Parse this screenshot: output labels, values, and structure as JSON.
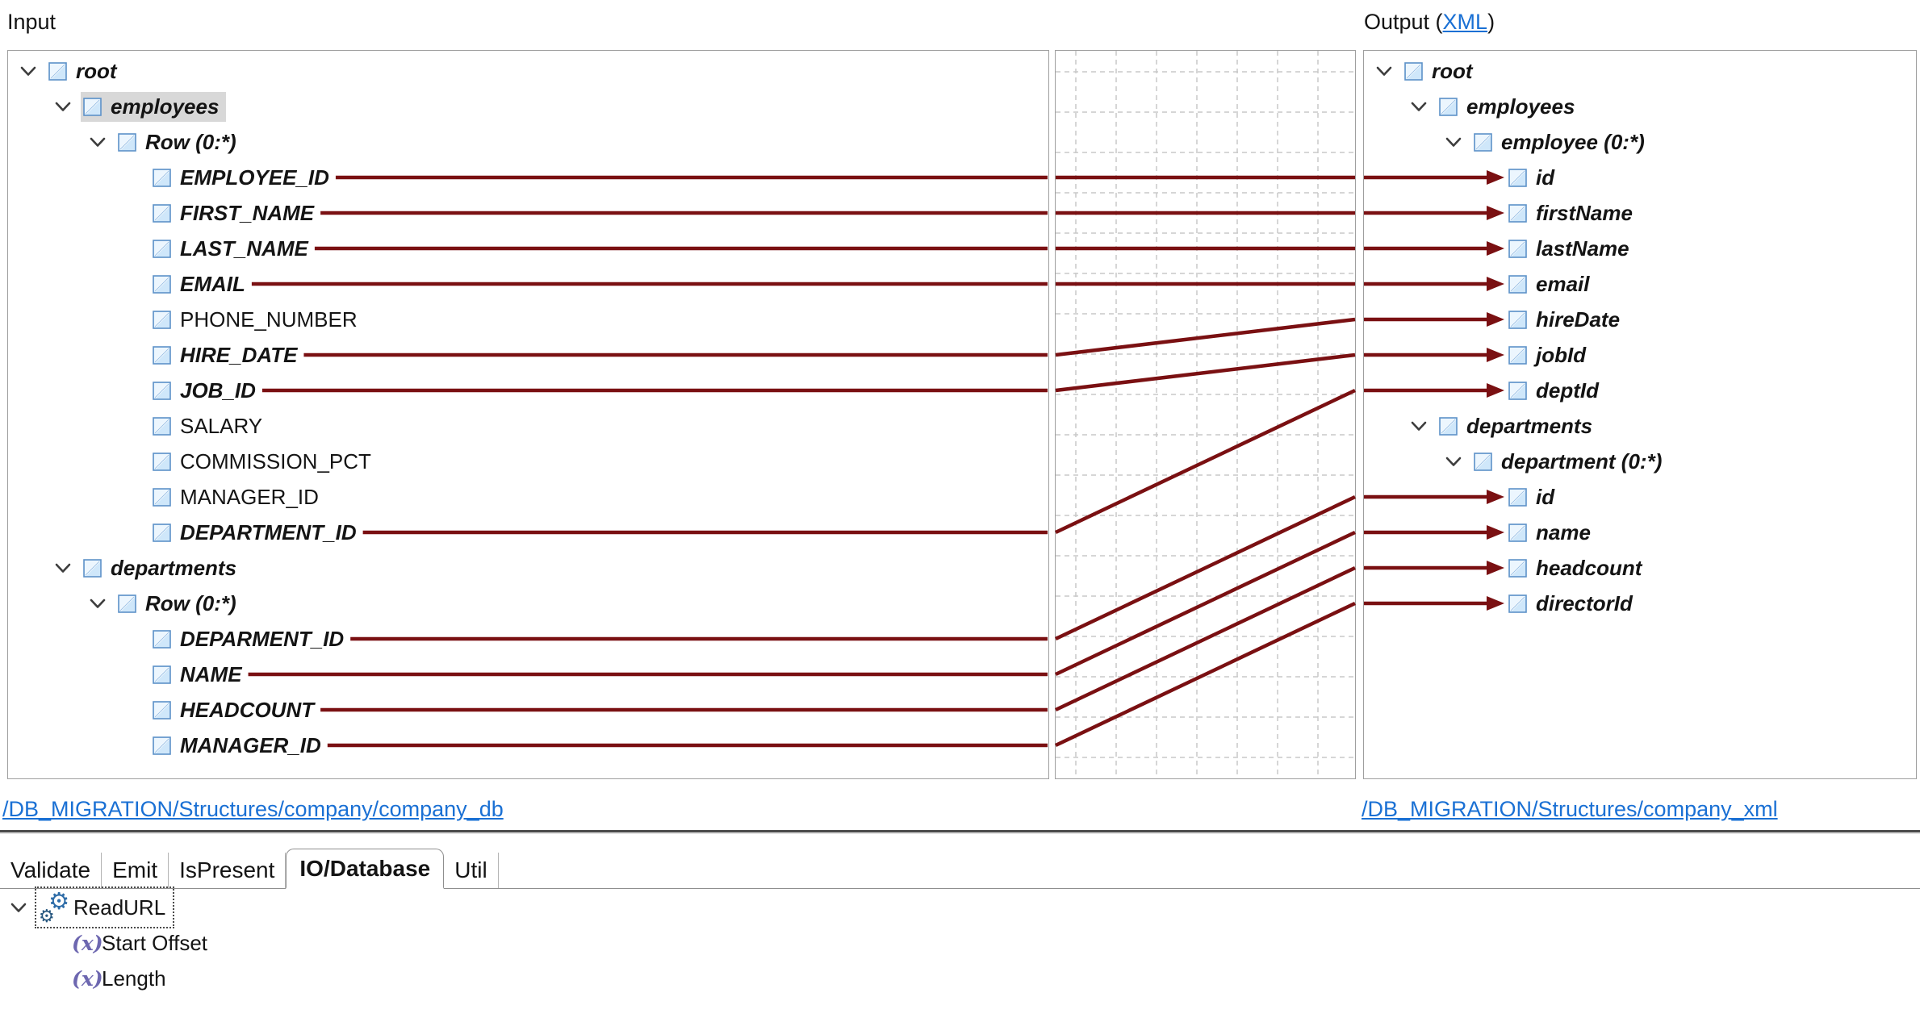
{
  "header": {
    "input_label": "Input",
    "output_prefix": "Output (",
    "output_link": "XML",
    "output_suffix": ")"
  },
  "links": {
    "input_path": "/DB_MIGRATION/Structures/company/company_db",
    "output_path": "/DB_MIGRATION/Structures/company_xml"
  },
  "colors": {
    "connector": "#7a1012",
    "link": "#1a70d4",
    "selection": "#d8d8d8",
    "grid": "#c9c9c9"
  },
  "input_tree": {
    "nodes": [
      {
        "id": "in-root",
        "label": "root",
        "level": 0,
        "chevron": true,
        "bold": true
      },
      {
        "id": "in-employees",
        "label": "employees",
        "level": 1,
        "chevron": true,
        "bold": true,
        "selected": true
      },
      {
        "id": "in-row-1",
        "label": "Row (0:*)",
        "level": 2,
        "chevron": true,
        "bold": true
      },
      {
        "id": "in-employee-id",
        "label": "EMPLOYEE_ID",
        "level": 3,
        "bold": true
      },
      {
        "id": "in-first-name",
        "label": "FIRST_NAME",
        "level": 3,
        "bold": true
      },
      {
        "id": "in-last-name",
        "label": "LAST_NAME",
        "level": 3,
        "bold": true
      },
      {
        "id": "in-email",
        "label": "EMAIL",
        "level": 3,
        "bold": true
      },
      {
        "id": "in-phone-number",
        "label": "PHONE_NUMBER",
        "level": 3,
        "bold": false
      },
      {
        "id": "in-hire-date",
        "label": "HIRE_DATE",
        "level": 3,
        "bold": true
      },
      {
        "id": "in-job-id",
        "label": "JOB_ID",
        "level": 3,
        "bold": true
      },
      {
        "id": "in-salary",
        "label": "SALARY",
        "level": 3,
        "bold": false
      },
      {
        "id": "in-commission-pct",
        "label": "COMMISSION_PCT",
        "level": 3,
        "bold": false
      },
      {
        "id": "in-manager-id",
        "label": "MANAGER_ID",
        "level": 3,
        "bold": false
      },
      {
        "id": "in-department-id",
        "label": "DEPARTMENT_ID",
        "level": 3,
        "bold": true
      },
      {
        "id": "in-departments",
        "label": "departments",
        "level": 1,
        "chevron": true,
        "bold": true
      },
      {
        "id": "in-row-2",
        "label": "Row (0:*)",
        "level": 2,
        "chevron": true,
        "bold": true
      },
      {
        "id": "in-deparment-id",
        "label": "DEPARMENT_ID",
        "level": 3,
        "bold": true
      },
      {
        "id": "in-name",
        "label": "NAME",
        "level": 3,
        "bold": true
      },
      {
        "id": "in-headcount",
        "label": "HEADCOUNT",
        "level": 3,
        "bold": true
      },
      {
        "id": "in-manager-id-2",
        "label": "MANAGER_ID",
        "level": 3,
        "bold": true
      }
    ]
  },
  "output_tree": {
    "nodes": [
      {
        "id": "out-root",
        "label": "root",
        "level": 0,
        "chevron": true,
        "bold": true
      },
      {
        "id": "out-employees",
        "label": "employees",
        "level": 1,
        "chevron": true,
        "bold": true
      },
      {
        "id": "out-employee",
        "label": "employee (0:*)",
        "level": 2,
        "chevron": true,
        "bold": true
      },
      {
        "id": "out-id",
        "label": "id",
        "level": 3,
        "bold": true
      },
      {
        "id": "out-firstname",
        "label": "firstName",
        "level": 3,
        "bold": true
      },
      {
        "id": "out-lastname",
        "label": "lastName",
        "level": 3,
        "bold": true
      },
      {
        "id": "out-email",
        "label": "email",
        "level": 3,
        "bold": true
      },
      {
        "id": "out-hiredate",
        "label": "hireDate",
        "level": 3,
        "bold": true
      },
      {
        "id": "out-jobid",
        "label": "jobId",
        "level": 3,
        "bold": true
      },
      {
        "id": "out-deptid",
        "label": "deptId",
        "level": 3,
        "bold": true
      },
      {
        "id": "out-departments",
        "label": "departments",
        "level": 1,
        "chevron": true,
        "bold": true
      },
      {
        "id": "out-department",
        "label": "department (0:*)",
        "level": 2,
        "chevron": true,
        "bold": true
      },
      {
        "id": "out-dept-id",
        "label": "id",
        "level": 3,
        "bold": true
      },
      {
        "id": "out-name",
        "label": "name",
        "level": 3,
        "bold": true
      },
      {
        "id": "out-headcount",
        "label": "headcount",
        "level": 3,
        "bold": true
      },
      {
        "id": "out-directorid",
        "label": "directorId",
        "level": 3,
        "bold": true
      }
    ]
  },
  "mappings": [
    {
      "from": "in-employee-id",
      "to": "out-id"
    },
    {
      "from": "in-first-name",
      "to": "out-firstname"
    },
    {
      "from": "in-last-name",
      "to": "out-lastname"
    },
    {
      "from": "in-email",
      "to": "out-email"
    },
    {
      "from": "in-hire-date",
      "to": "out-hiredate"
    },
    {
      "from": "in-job-id",
      "to": "out-jobid"
    },
    {
      "from": "in-department-id",
      "to": "out-deptid"
    },
    {
      "from": "in-deparment-id",
      "to": "out-dept-id"
    },
    {
      "from": "in-name",
      "to": "out-name"
    },
    {
      "from": "in-headcount",
      "to": "out-headcount"
    },
    {
      "from": "in-manager-id-2",
      "to": "out-directorid"
    }
  ],
  "tabs": [
    {
      "label": "Validate",
      "active": false
    },
    {
      "label": "Emit",
      "active": false
    },
    {
      "label": "IsPresent",
      "active": false
    },
    {
      "label": "IO/Database",
      "active": true
    },
    {
      "label": "Util",
      "active": false
    }
  ],
  "function_panel": {
    "nodes": [
      {
        "id": "readurl",
        "label": "ReadURL",
        "icon": "gears",
        "level": 0,
        "chevron": true,
        "focused": true
      },
      {
        "id": "start-offset",
        "label": "Start Offset",
        "icon": "fx",
        "level": 1
      },
      {
        "id": "length",
        "label": "Length",
        "icon": "fx",
        "level": 1
      }
    ]
  }
}
